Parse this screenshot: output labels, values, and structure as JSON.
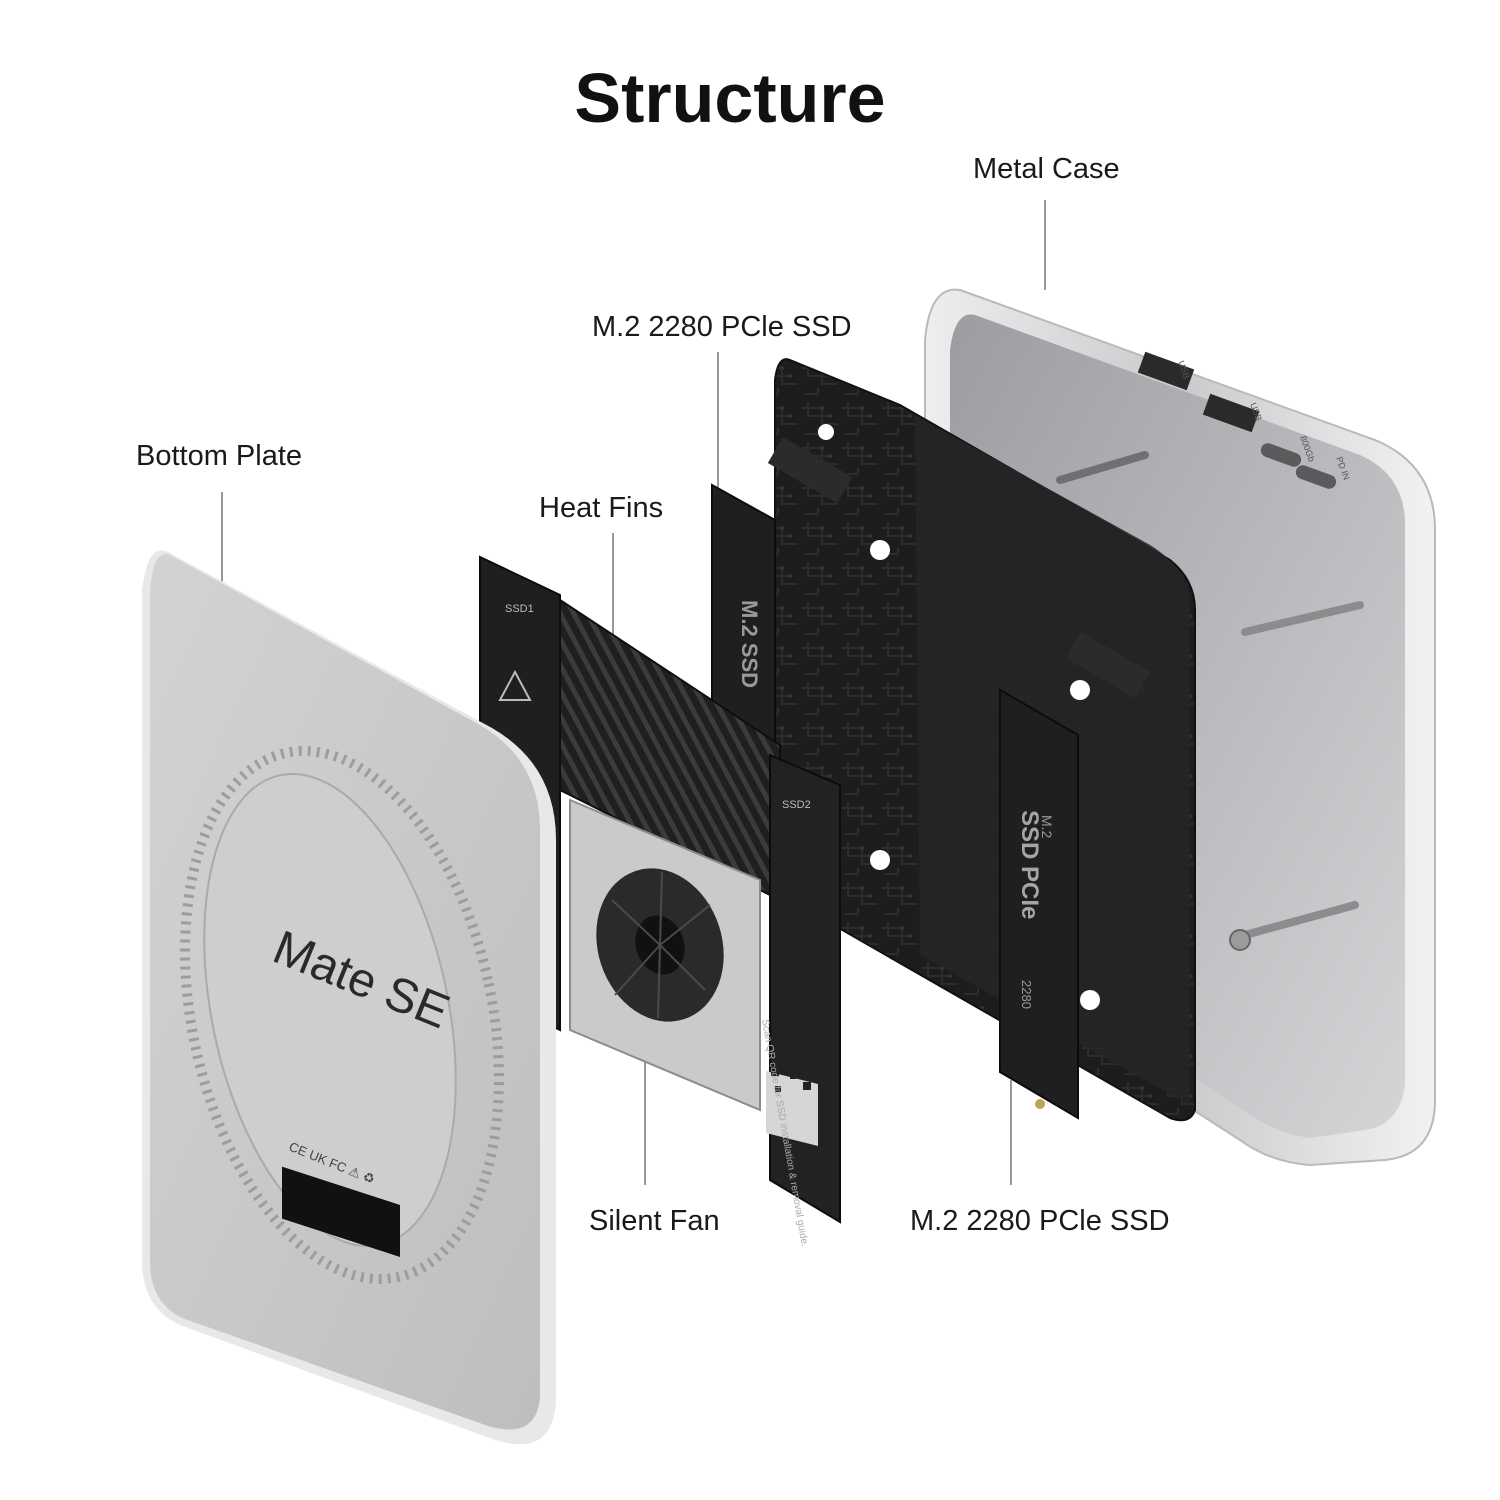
{
  "title": "Structure",
  "labels": {
    "metal_case": "Metal Case",
    "ssd_top": "M.2 2280 PCle SSD",
    "bottom_plate": "Bottom Plate",
    "heat_fins": "Heat Fins",
    "silent_fan": "Silent Fan",
    "ssd_bottom": "M.2 2280 PCle SSD"
  },
  "product_text": {
    "brand": "Mate SE",
    "ssd1_tag": "SSD1",
    "ssd2_tag": "SSD2",
    "ssd_chip_top": "M.2 SSD",
    "ssd_chip_bottom_a": "M.2",
    "ssd_chip_bottom_b": "SSD PCIe",
    "ssd_chip_bottom_c": "2280",
    "scan_note": "Scan QR code for SSD installation & removal guide.",
    "port_usb_1": "USB",
    "port_usb_2": "USB",
    "port_typec_1": "800Gb",
    "port_typec_2": "PD IN"
  },
  "colors": {
    "plate": "#c8c9cb",
    "plate_edge": "#e4e5e6",
    "case_metal": "#d9dadc",
    "board": "#1e1e1f",
    "fin": "#2a2a2b",
    "leader": "#777777"
  }
}
